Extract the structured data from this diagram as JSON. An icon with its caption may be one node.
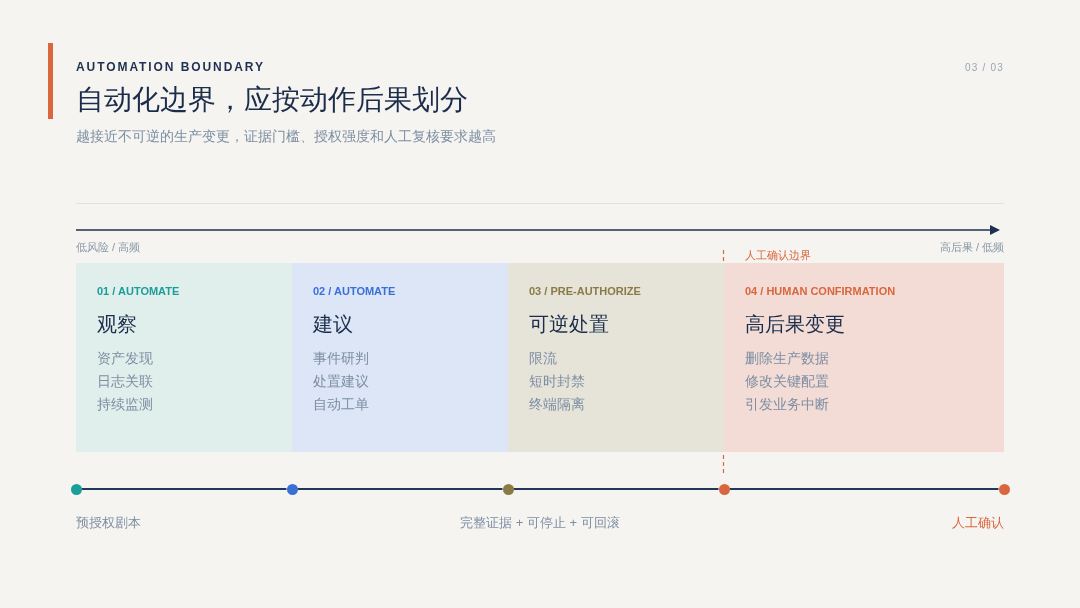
{
  "diagram": {
    "title": "自动化边界，应按动作后果划分",
    "nodes": [
      {
        "text": [
          "01 / AUTOMATE",
          "观察",
          "资产发现",
          "日志关联",
          "持续监测"
        ]
      },
      {
        "text": [
          "02 / AUTOMATE",
          "建议",
          "事件研判",
          "处置建议",
          "自动工单"
        ]
      },
      {
        "text": [
          "03 / PRE-AUTHORIZE",
          "可逆处置",
          "限流",
          "短时封禁",
          "终端隔离"
        ]
      },
      {
        "text": [
          "04 / HUMAN CONFIRMATION",
          "高后果变更",
          "删除生产数据",
          "修改关键配置",
          "引发业务中断"
        ]
      },
      {
        "text": [],
        "shape": "circle",
        "beside": [
          "预授权剧本"
        ]
      },
      {
        "text": [],
        "shape": "circle"
      },
      {
        "text": [],
        "shape": "circle"
      },
      {
        "text": [],
        "shape": "circle"
      },
      {
        "text": [],
        "shape": "circle",
        "beside": [
          "人工确认"
        ]
      }
    ],
    "edges": [
      {
        "from": 4,
        "to": 5,
        "arrow": "none"
      },
      {
        "from": 5,
        "to": 6,
        "arrow": "none"
      },
      {
        "from": 6,
        "to": 7,
        "arrow": "none"
      },
      {
        "from": 7,
        "to": 8,
        "arrow": "none"
      }
    ],
    "labels": [
      "AUTOMATION BOUNDARY",
      "03 / 03",
      "越接近不可逆的生产变更，证据门槛、授权强度和人工复核要求越高",
      "低风险 / 高频",
      "高后果 / 低频",
      "人工确认边界",
      "完整证据 + 可停止 + 可回滚"
    ]
  }
}
